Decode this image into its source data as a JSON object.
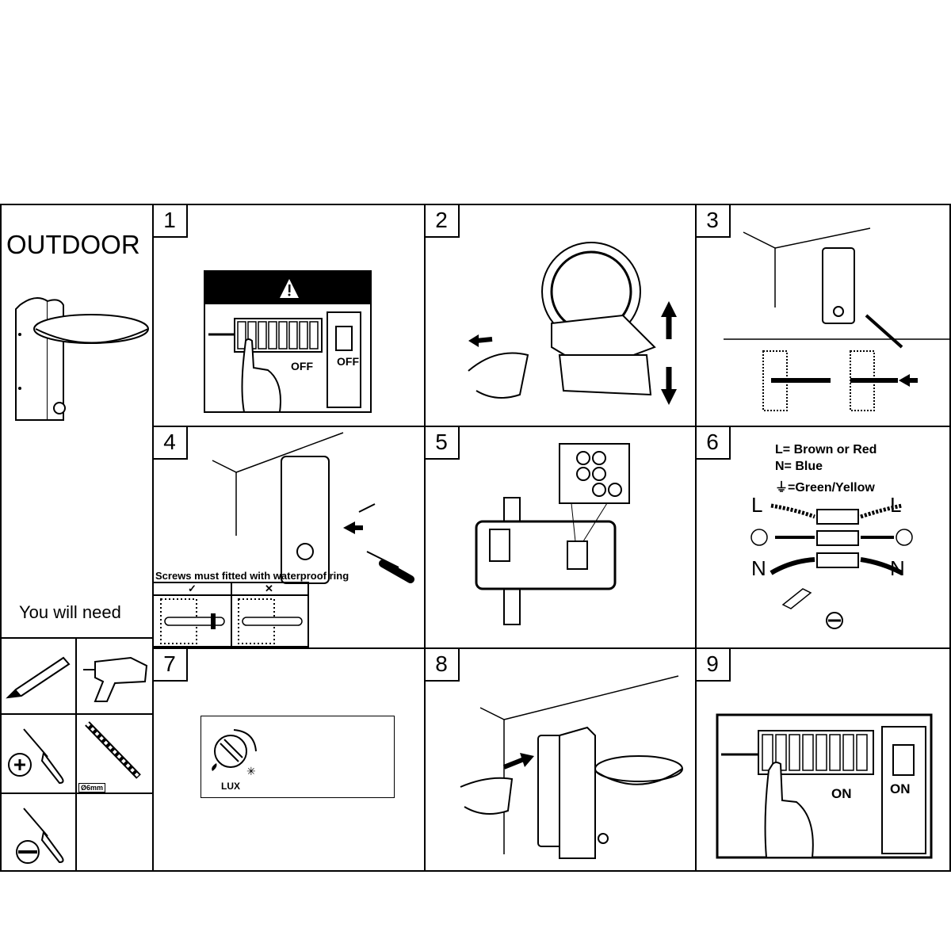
{
  "title": "OUTDOOR",
  "you_will_need": "You will need",
  "tools": {
    "drill_bit_size": "Ø6mm"
  },
  "steps": [
    {
      "number": "1",
      "breaker_label": "OFF",
      "switch_label": "OFF"
    },
    {
      "number": "2"
    },
    {
      "number": "3"
    },
    {
      "number": "4",
      "note": "Screws must fitted with waterproof ring",
      "correct_mark": "✓",
      "wrong_mark": "✕"
    },
    {
      "number": "5"
    },
    {
      "number": "6",
      "legend": [
        "L= Brown or Red",
        "N= Blue",
        "⏚=Green/Yellow"
      ],
      "left_labels": [
        "L",
        "N"
      ],
      "right_labels": [
        "L",
        "N"
      ]
    },
    {
      "number": "7",
      "dial_label": "LUX"
    },
    {
      "number": "8"
    },
    {
      "number": "9",
      "breaker_label": "ON",
      "switch_label": "ON"
    }
  ]
}
